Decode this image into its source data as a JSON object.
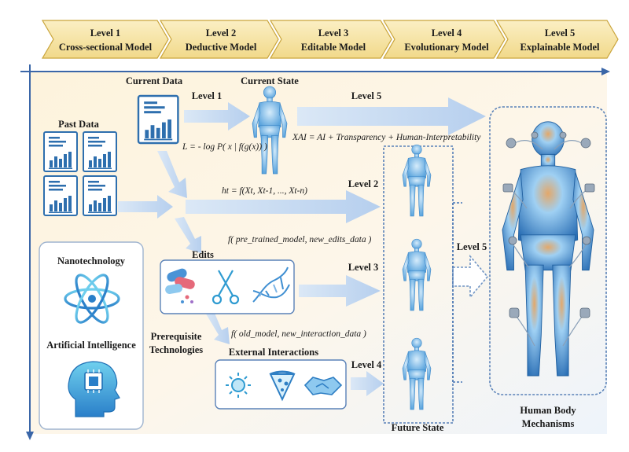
{
  "header_levels": [
    {
      "level": "Level 1",
      "name": "Cross-sectional Model"
    },
    {
      "level": "Level 2",
      "name": "Deductive Model"
    },
    {
      "level": "Level 3",
      "name": "Editable Model"
    },
    {
      "level": "Level 4",
      "name": "Evolutionary Model"
    },
    {
      "level": "Level 5",
      "name": "Explainable Model"
    }
  ],
  "labels": {
    "current_data": "Current Data",
    "current_state": "Current State",
    "past_data": "Past Data",
    "edits": "Edits",
    "external_interactions": "External Interactions",
    "prerequisite_line1": "Prerequisite",
    "prerequisite_line2": "Technologies",
    "nanotechnology": "Nanotechnology",
    "artificial_intelligence": "Artificial Intelligence",
    "future_state": "Future State",
    "human_body_line1": "Human Body",
    "human_body_line2": "Mechanisms"
  },
  "arrow_labels": {
    "level1": "Level 1",
    "level2": "Level 2",
    "level3": "Level 3",
    "level4": "Level 4",
    "level5_top": "Level 5",
    "level5_right": "Level 5"
  },
  "equations": {
    "loss": "L = - log P( x | f(g(x)) )",
    "xai": "XAI = AI + Transparency + Human-Interpretability",
    "deductive": "ht = f(Xt, Xt-1, ..., Xt-n)",
    "editable": "f( pre_trained_model, new_edits_data )",
    "evolutionary": "f( old_model, new_interaction_data )"
  },
  "icons": {
    "documents": "bar-chart-document-icon",
    "body": "human-body-icon",
    "edit_items": [
      "pills-icon",
      "scissors-icon",
      "dna-icon"
    ],
    "interaction_items": [
      "sun-icon",
      "pizza-icon",
      "handshake-icon"
    ],
    "nano": "atom-icon",
    "ai": "ai-head-chip-icon"
  },
  "colors": {
    "banner_fill": "#f7e7a8",
    "banner_stroke": "#c9a43a",
    "arrow_fill": "#c5d9f0",
    "axis": "#3a66a8",
    "figure": "#6fb2e6",
    "doc_stroke": "#2e6fae",
    "box_stroke": "#5a82b8"
  }
}
